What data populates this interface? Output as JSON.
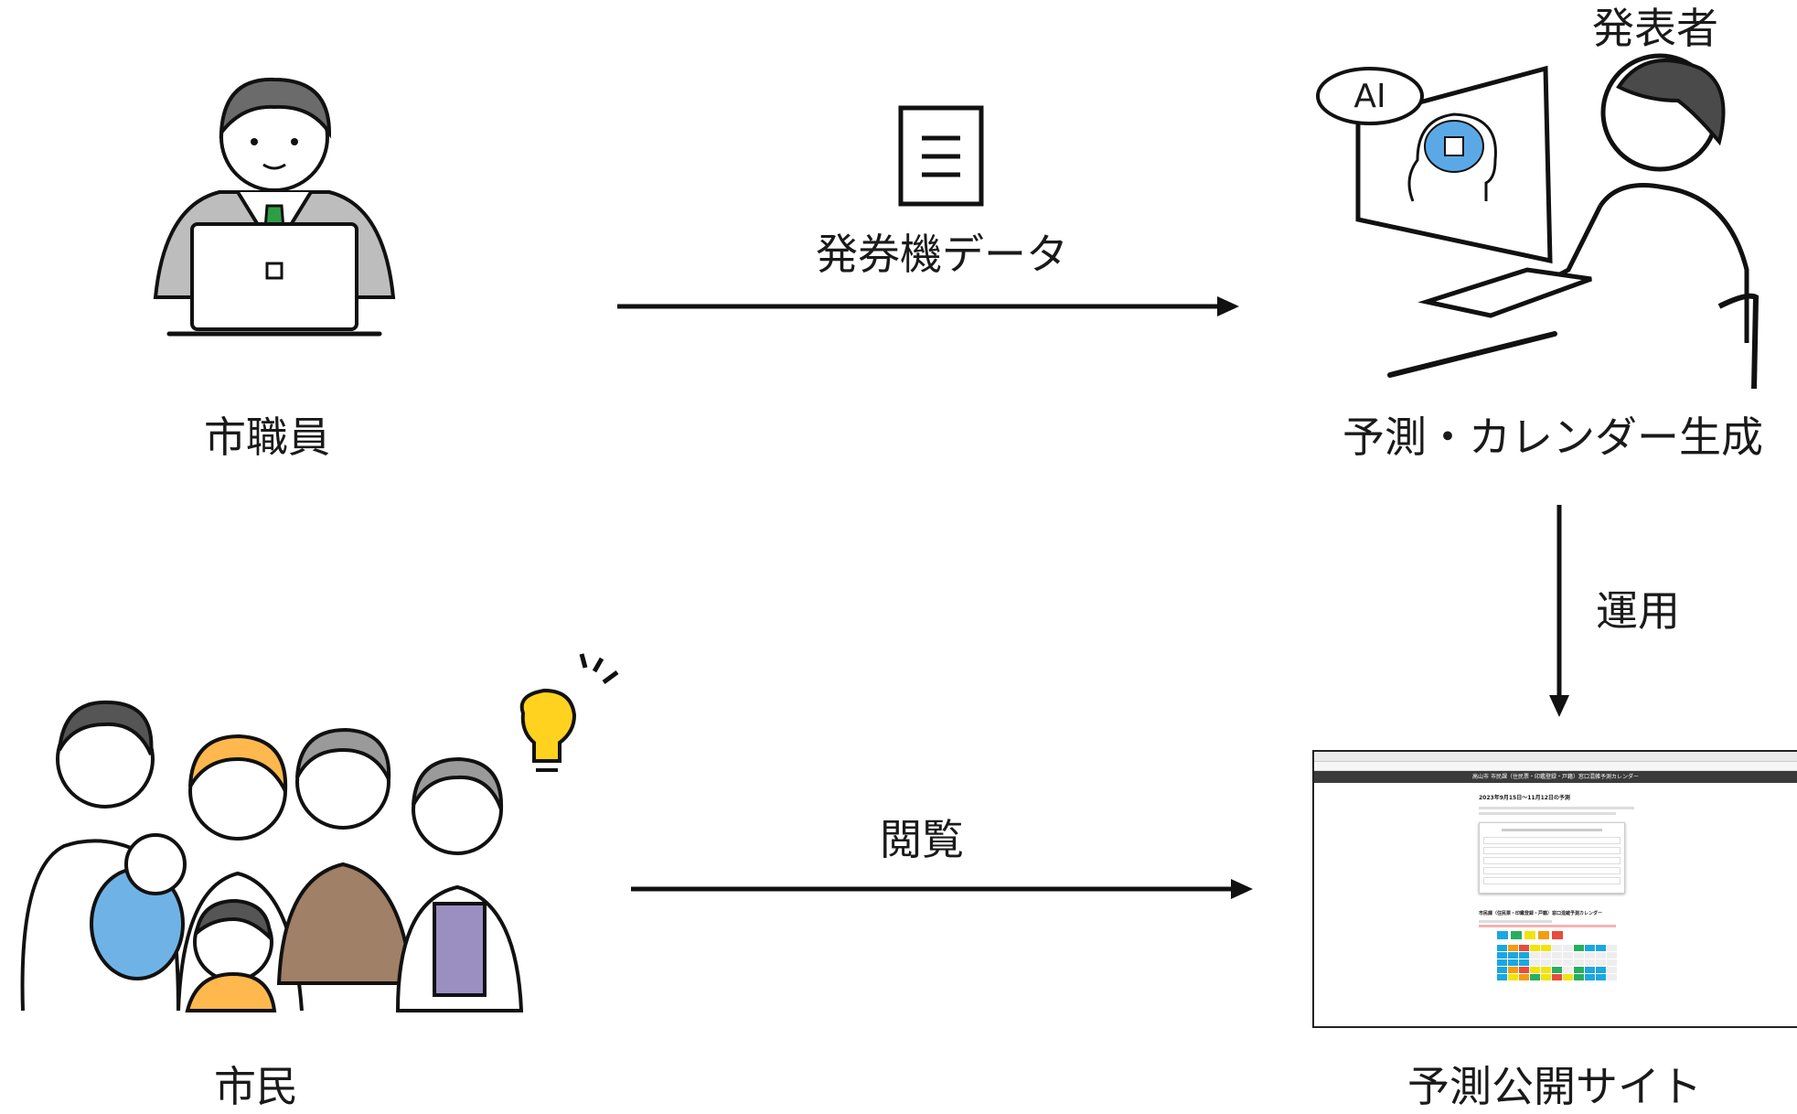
{
  "nodes": {
    "staff": {
      "label": "市職員"
    },
    "presenter": {
      "tag": "発表者",
      "label": "予測・カレンダー生成",
      "ai_bubble": "AI"
    },
    "citizens": {
      "label": "市民"
    },
    "site": {
      "label": "予測公開サイト",
      "header": "高山市 市民課（住民票・印鑑登録・戸籍）窓口混雑予測カレンダー",
      "heading": "2023年9月15日〜11月12日の予測",
      "calendar_title": "市民課（住民票・印鑑登録・戸籍）窓口混雑予測カレンダー"
    }
  },
  "edges": {
    "data_flow": {
      "label": "発券機データ"
    },
    "operate": {
      "label": "運用"
    },
    "browse": {
      "label": "閲覧"
    }
  },
  "colors": {
    "line": "#111111",
    "tie": "#2e9e44",
    "suit": "#bdbdbd",
    "ai_brain": "#5aa9e6",
    "baby": "#6fb3e6",
    "mom_hair": "#ffb84d",
    "sweater": "#a08066",
    "vest": "#9b8fc2",
    "bulb": "#ffd21f"
  }
}
